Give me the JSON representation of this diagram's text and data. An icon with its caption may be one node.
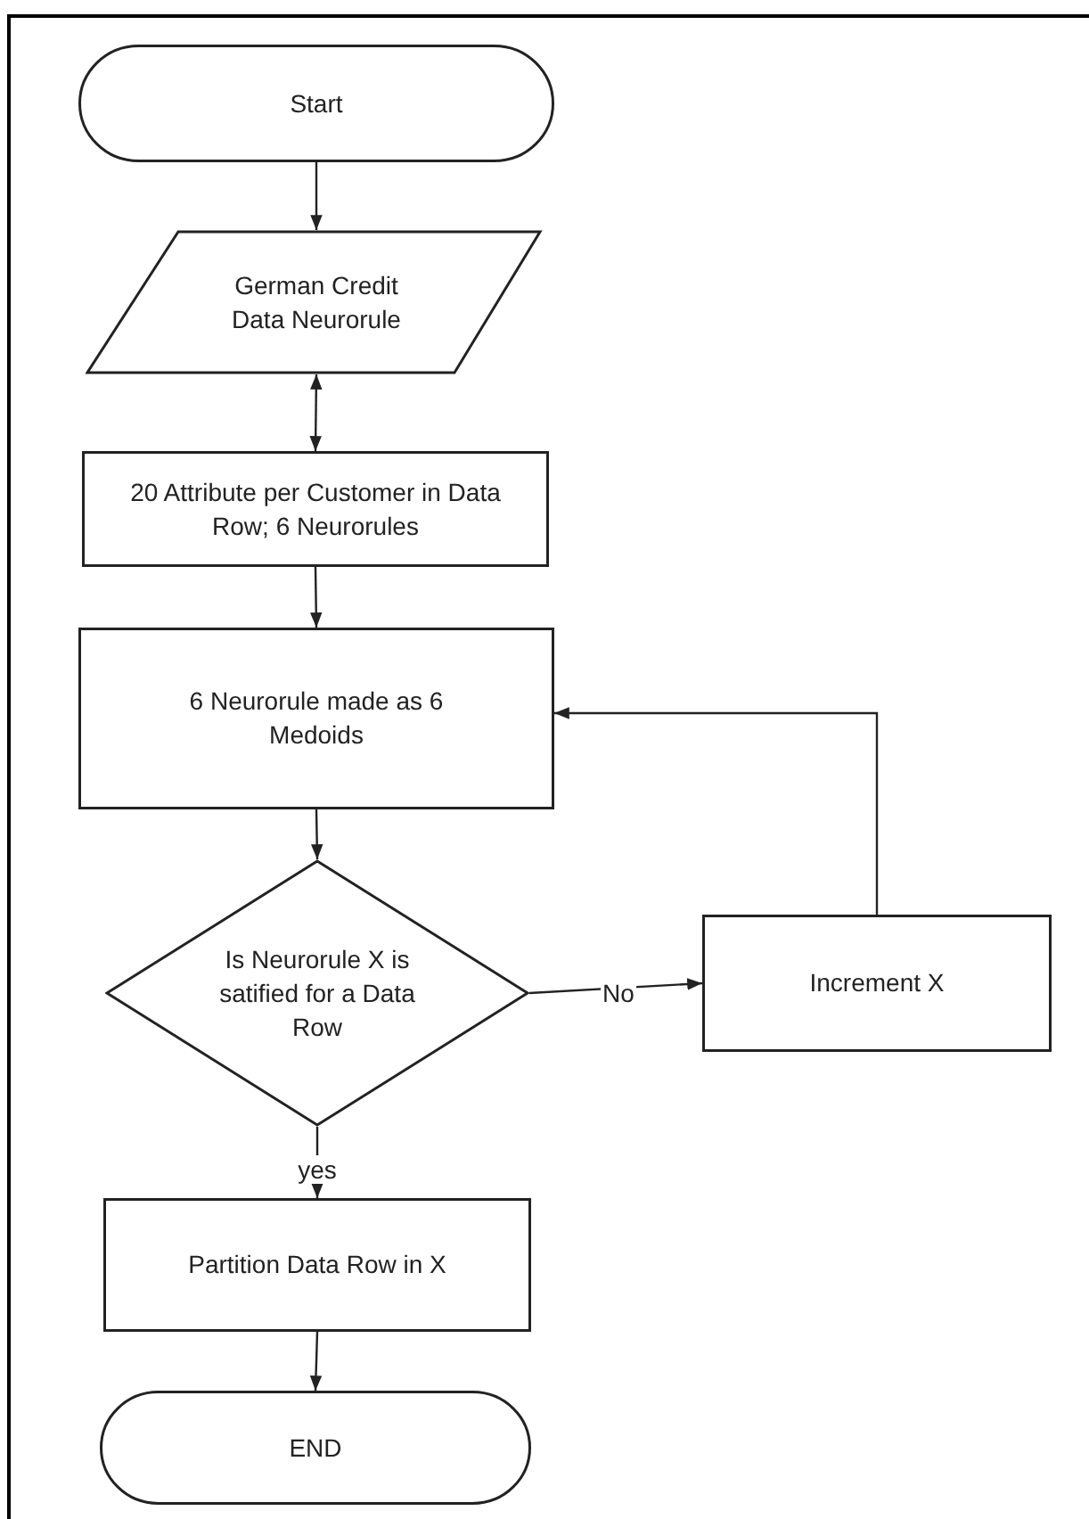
{
  "diagram": {
    "nodes": [
      {
        "text": [
          "Start"
        ]
      },
      {
        "text": [
          "German Credit Data Neurorule"
        ]
      },
      {
        "text": [
          "20 Attribute per Customer in Data Row; 6 Neurorules"
        ]
      },
      {
        "text": [
          "6 Neurorule made as 6 Medoids"
        ]
      },
      {
        "text": [
          "Is Neurorule X is satified for a Data Row"
        ]
      },
      {
        "text": [
          "Increment X"
        ]
      },
      {
        "text": [
          "Partition Data Row in X"
        ]
      },
      {
        "text": [
          "END"
        ]
      }
    ],
    "edges": [
      {
        "from": 0,
        "to": 1,
        "arrow": "to"
      },
      {
        "from": 1,
        "to": 2,
        "arrow": "both"
      },
      {
        "from": 2,
        "to": 3,
        "arrow": "to"
      },
      {
        "from": 3,
        "to": 4,
        "arrow": "to"
      },
      {
        "from": 4,
        "to": 5,
        "arrow": "to",
        "label": "No"
      },
      {
        "from": 5,
        "to": 3,
        "arrow": "to"
      },
      {
        "from": 4,
        "to": 6,
        "arrow": "to",
        "label": "yes"
      },
      {
        "from": 6,
        "to": 7,
        "arrow": "to"
      }
    ]
  }
}
